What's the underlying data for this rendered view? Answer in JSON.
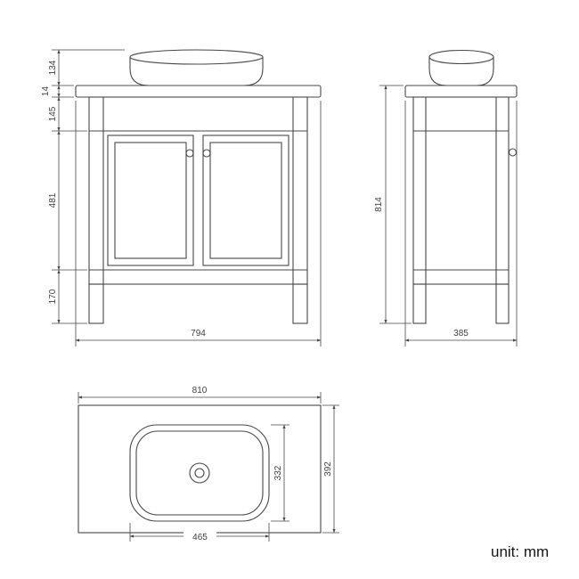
{
  "page": {
    "background": "#ffffff",
    "line_color": "#474747",
    "unit_label": "unit: mm"
  },
  "front_view": {
    "dims": {
      "basin_height": "134",
      "countertop_thickness": "14",
      "apron_height": "145",
      "door_height": "481",
      "leg_height": "170",
      "overall_width": "794"
    }
  },
  "side_view": {
    "dims": {
      "overall_height": "814",
      "overall_depth": "385"
    }
  },
  "top_view": {
    "dims": {
      "countertop_width": "810",
      "basin_depth": "332",
      "countertop_depth": "392",
      "basin_width": "465"
    }
  }
}
